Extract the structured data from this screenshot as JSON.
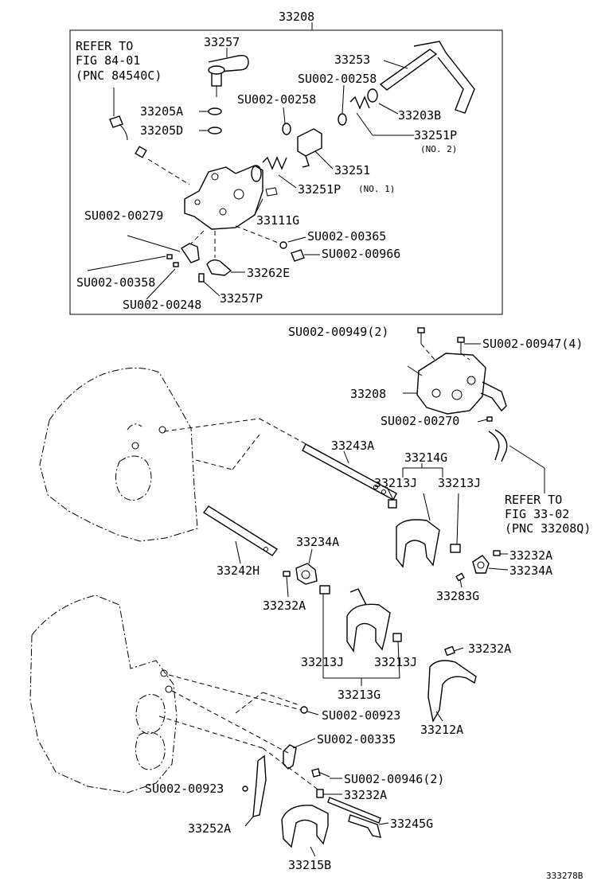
{
  "diagram_id": "333278B",
  "labels": {
    "l_33208_top": "33208",
    "l_refer1_a": "REFER TO",
    "l_refer1_b": "FIG 84-01",
    "l_refer1_c": "(PNC 84540C)",
    "l_33257": "33257",
    "l_33253": "33253",
    "l_su258_a": "SU002-00258",
    "l_su258_b": "SU002-00258",
    "l_33205A": "33205A",
    "l_33203B": "33203B",
    "l_33205D": "33205D",
    "l_33251P_2": "33251P",
    "l_no2": "(NO. 2)",
    "l_33251": "33251",
    "l_33251P_1": "33251P",
    "l_no1": "(NO. 1)",
    "l_su279": "SU002-00279",
    "l_33111G": "33111G",
    "l_su365": "SU002-00365",
    "l_su966": "SU002-00966",
    "l_33262E": "33262E",
    "l_su358": "SU002-00358",
    "l_su248": "SU002-00248",
    "l_33257P": "33257P",
    "l_su949": "SU002-00949(2)",
    "l_su947": "SU002-00947(4)",
    "l_33208_mid": "33208",
    "l_su270": "SU002-00270",
    "l_33243A": "33243A",
    "l_33214G": "33214G",
    "l_33213J_a": "33213J",
    "l_33213J_b": "33213J",
    "l_refer2_a": "REFER TO",
    "l_refer2_b": "FIG 33-02",
    "l_refer2_c": "(PNC 33208Q)",
    "l_33234A_a": "33234A",
    "l_33232A_a": "33232A",
    "l_33234A_b": "33234A",
    "l_33242H": "33242H",
    "l_33283G": "33283G",
    "l_33232A_b": "33232A",
    "l_33232A_c": "33232A",
    "l_33213J_c": "33213J",
    "l_33213J_d": "33213J",
    "l_33213G": "33213G",
    "l_su923_a": "SU002-00923",
    "l_33212A": "33212A",
    "l_su335": "SU002-00335",
    "l_su946": "SU002-00946(2)",
    "l_su923_b": "SU002-00923",
    "l_33232A_d": "33232A",
    "l_33252A": "33252A",
    "l_33245G": "33245G",
    "l_33215B": "33215B"
  }
}
